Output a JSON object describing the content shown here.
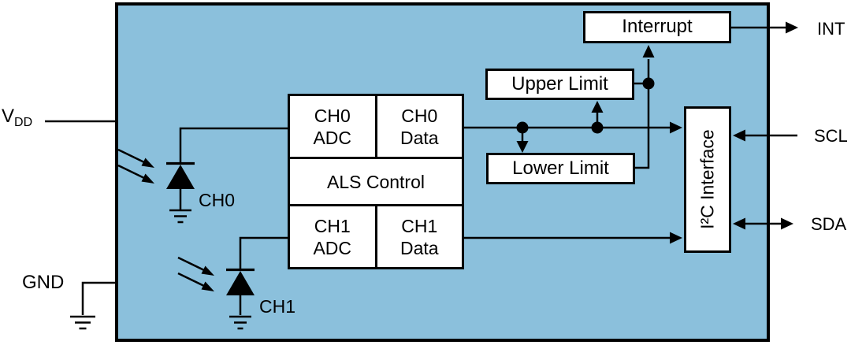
{
  "chip": {
    "blocks": {
      "ch0_adc": "CH0\nADC",
      "ch0_data": "CH0\nData",
      "als_control": "ALS Control",
      "ch1_adc": "CH1\nADC",
      "ch1_data": "CH1\nData",
      "upper_limit": "Upper Limit",
      "lower_limit": "Lower Limit",
      "interrupt": "Interrupt",
      "i2c_interface": "I²C Interface"
    },
    "photodiodes": {
      "ch0_label": "CH0",
      "ch1_label": "CH1"
    }
  },
  "pins": {
    "vdd_main": "V",
    "vdd_sub": "DD",
    "gnd": "GND",
    "int": "INT",
    "scl": "SCL",
    "sda": "SDA"
  },
  "colors": {
    "chip_fill": "#8BC0DC",
    "box_fill": "#FFFFFF",
    "line": "#000000"
  }
}
